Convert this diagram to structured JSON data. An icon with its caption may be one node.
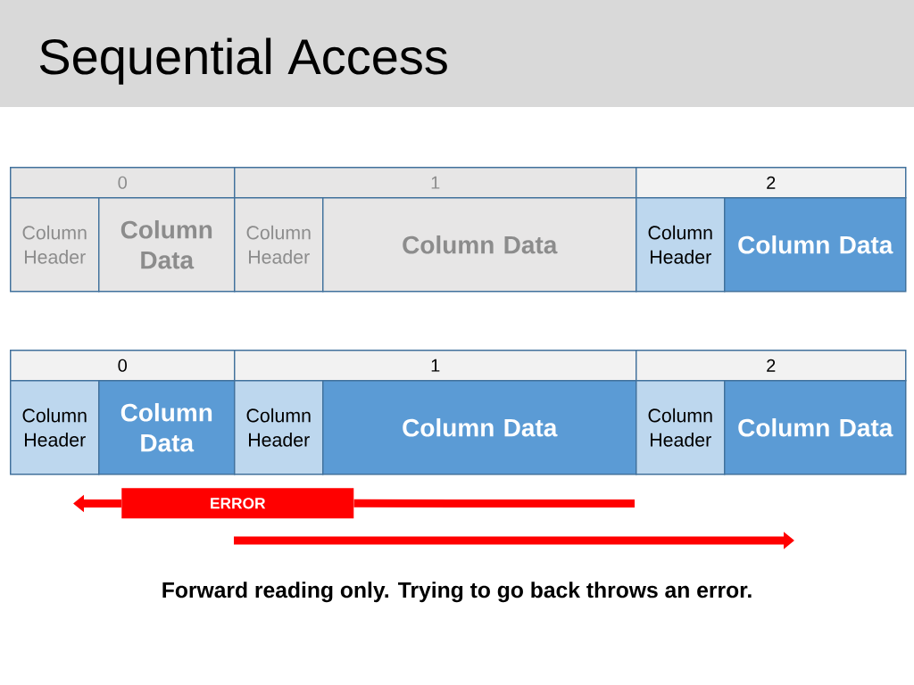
{
  "diagram": {
    "title": "Sequential Access",
    "nodes": [
      {
        "text": [
          "0"
        ]
      },
      {
        "text": [
          "1"
        ]
      },
      {
        "text": [
          "2"
        ]
      },
      {
        "text": [
          "Column Header"
        ]
      },
      {
        "text": [
          "Column Data"
        ]
      },
      {
        "text": [
          "Column Header"
        ]
      },
      {
        "text": [
          "Column Data"
        ]
      },
      {
        "text": [
          "Column Header"
        ]
      },
      {
        "text": [
          "Column Data"
        ]
      },
      {
        "text": [
          "0"
        ]
      },
      {
        "text": [
          "1"
        ]
      },
      {
        "text": [
          "2"
        ]
      },
      {
        "text": [
          "Column Header"
        ]
      },
      {
        "text": [
          "Column Data"
        ]
      },
      {
        "text": [
          "Column Header"
        ]
      },
      {
        "text": [
          "Column Data"
        ]
      },
      {
        "text": [
          "Column Header"
        ]
      },
      {
        "text": [
          "Column Data"
        ]
      },
      {
        "text": [
          "ERROR"
        ]
      }
    ],
    "edges": [
      {
        "from": null,
        "to": 18,
        "arrow": "none"
      },
      {
        "from": 18,
        "to": null,
        "arrow": "to"
      }
    ],
    "caption": "Forward reading only. Trying to go back throws an error."
  }
}
